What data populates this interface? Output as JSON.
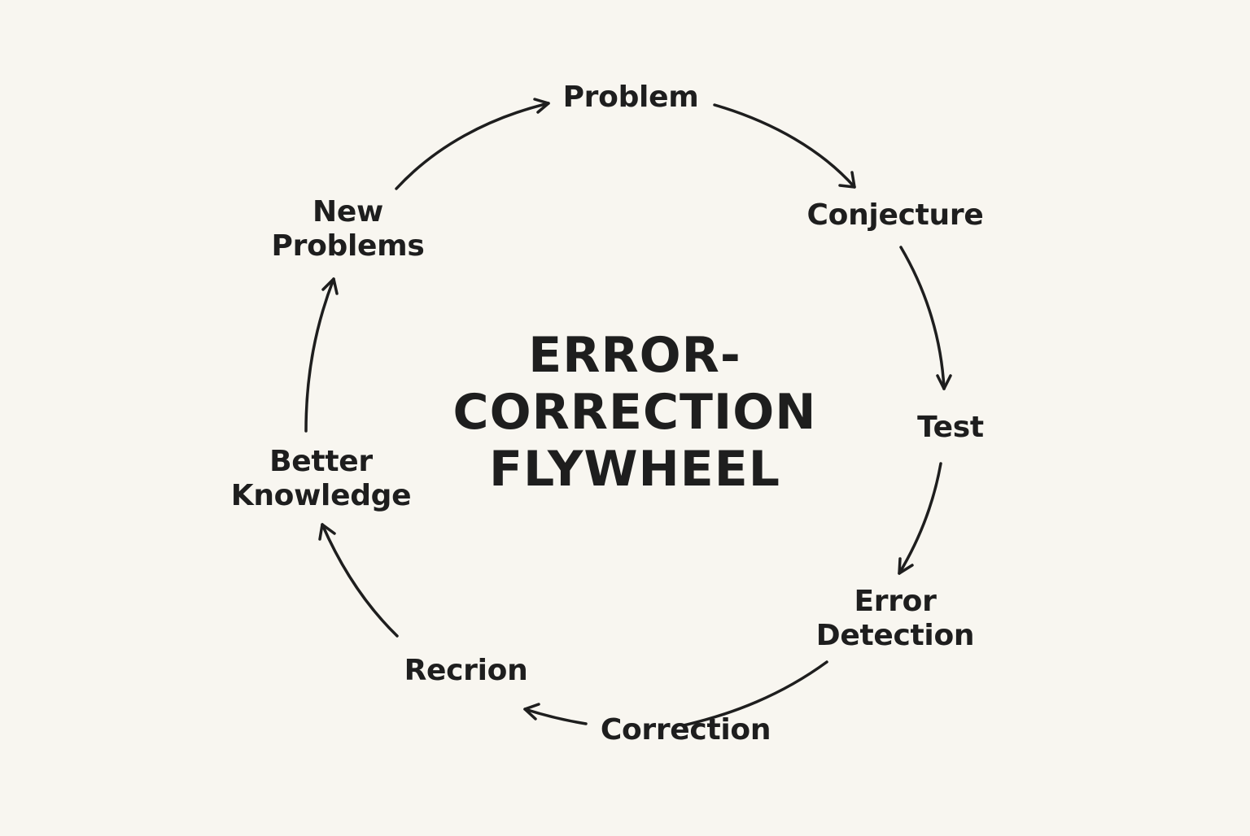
{
  "title_lines": [
    "ERROR-",
    "CORRECTION",
    "FLYWHEEL"
  ],
  "nodes": {
    "problem": [
      "Problem"
    ],
    "conjecture": [
      "Conjecture"
    ],
    "test": [
      "Test"
    ],
    "error_detection": [
      "Error",
      "Detection"
    ],
    "correction": [
      "Correction"
    ],
    "recrion": [
      "Recrion"
    ],
    "better_knowledge": [
      "Better",
      "Knowledge"
    ],
    "new_problems": [
      "New",
      "Problems"
    ]
  },
  "colors": {
    "background": "#f8f6f0",
    "ink": "#1e1e1e"
  }
}
